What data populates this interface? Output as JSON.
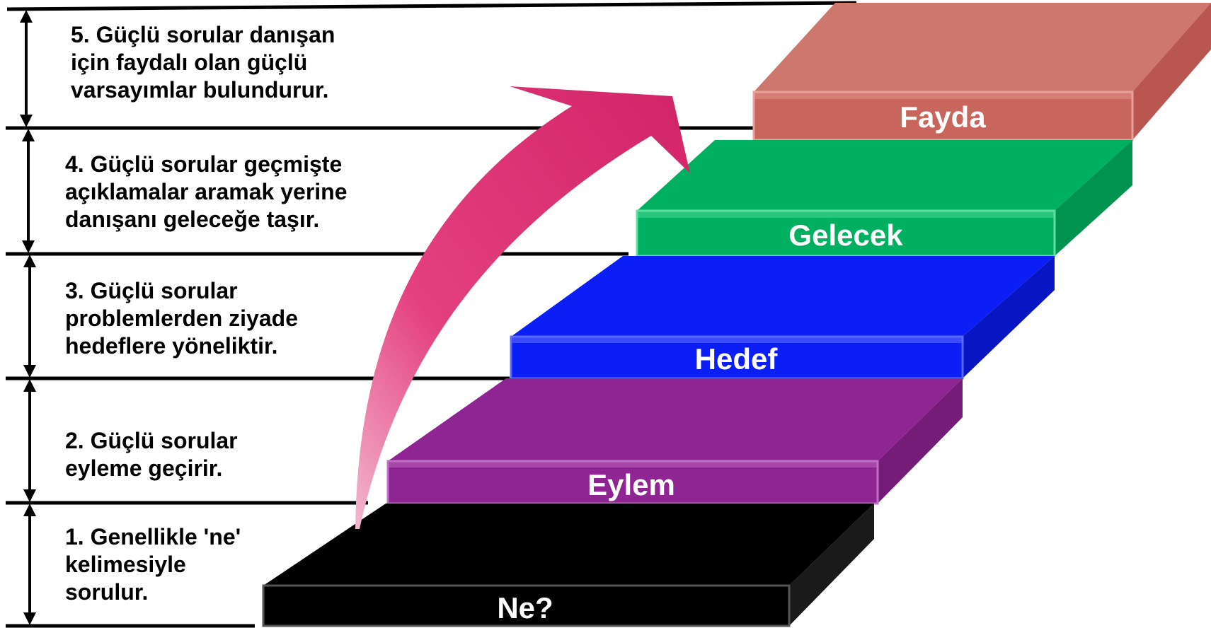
{
  "statements": [
    {
      "lines": [
        "5. Güçlü sorular danışan",
        "için faydalı olan güçlü",
        "varsayımlar bulundurur."
      ]
    },
    {
      "lines": [
        "4. Güçlü sorular geçmişte",
        "açıklamalar aramak yerine",
        "danışanı geleceğe taşır."
      ]
    },
    {
      "lines": [
        "3. Güçlü sorular",
        "problemlerden ziyade",
        "hedeflere yöneliktir."
      ]
    },
    {
      "lines": [
        "2. Güçlü sorular",
        "eyleme geçirir."
      ]
    },
    {
      "lines": [
        "1. Genellikle 'ne'",
        "kelimesiyle",
        "sorulur."
      ]
    }
  ],
  "steps": [
    {
      "label": "Ne?",
      "color": "#000000"
    },
    {
      "label": "Eylem",
      "color": "#8e2592"
    },
    {
      "label": "Hedef",
      "color": "#0a1ef5"
    },
    {
      "label": "Gelecek",
      "color": "#00b061"
    },
    {
      "label": "Fayda",
      "color": "#c8655c"
    }
  ],
  "arrow": {
    "color": "#d6286e"
  }
}
